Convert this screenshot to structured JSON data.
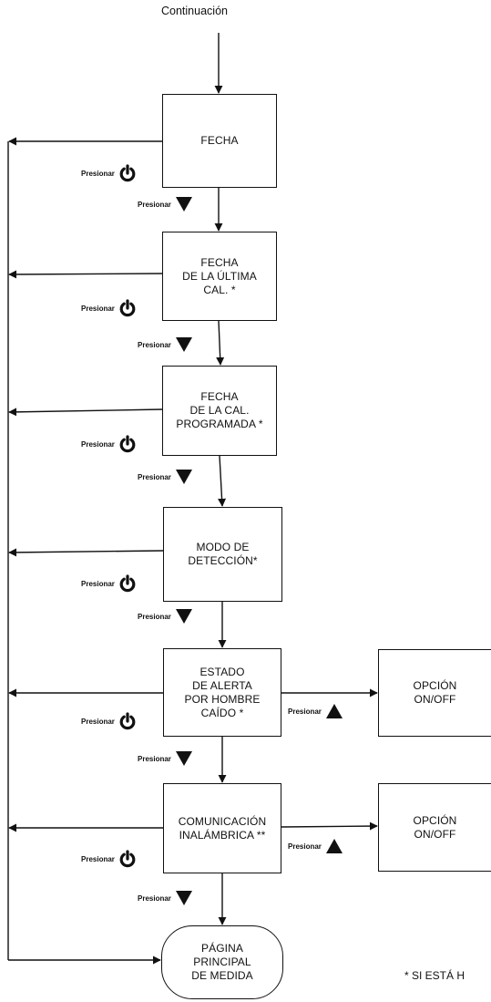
{
  "top_label": "Continuación",
  "boxes": {
    "fecha": "FECHA",
    "ultima_cal": "FECHA\nDE LA ÚLTIMA\nCAL. *",
    "cal_programada": "FECHA\nDE LA CAL.\nPROGRAMADA *",
    "modo_deteccion": "MODO DE\nDETECCIÓN*",
    "hombre_caido": "ESTADO\nDE ALERTA\nPOR HOMBRE\nCAÍDO *",
    "opcion_1": "OPCIÓN\nON/OFF",
    "comunicacion": "COMUNICACIÓN\nINALÁMBRICA **",
    "opcion_2": "OPCIÓN\nON/OFF",
    "pagina_principal": "PÁGINA\nPRINCIPAL\nDE MEDIDA"
  },
  "press_label": "Presionar",
  "icons": {
    "power": "power-icon",
    "down": "triangle-down-icon",
    "up": "triangle-up-icon"
  },
  "footnote": "* SI ESTÁ H",
  "colors": {
    "line": "#111111",
    "background": "#ffffff"
  }
}
